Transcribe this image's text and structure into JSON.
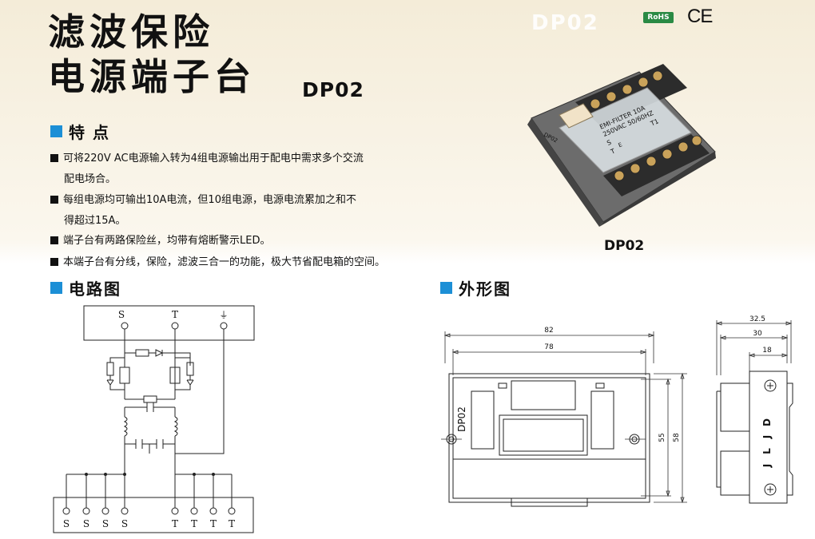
{
  "title": {
    "line1": "滤波保险",
    "line2": "电源端子台",
    "model": "DP02",
    "watermark": "DP02"
  },
  "badges": {
    "rohs": "RoHS",
    "ce": "CE"
  },
  "sections": {
    "features": "特点",
    "circuit": "电路图",
    "outline": "外形图"
  },
  "features": [
    {
      "line1": "可将220V AC电源输入转为4组电源输出用于配电中需求多个交流",
      "line2": "配电场合。"
    },
    {
      "line1": "每组电源均可输出10A电流，但10组电源，电源电流累加之和不",
      "line2": "得超过15A。"
    },
    {
      "line1": "端子台有两路保险丝，均带有熔断警示LED。",
      "line2": ""
    },
    {
      "line1": "本端子台有分线，保险，滤波三合一的功能，极大节省配电箱的空间。",
      "line2": ""
    }
  ],
  "photo": {
    "caption": "DP02",
    "label_line1": "EMI-FILTER 10A",
    "label_line2": "250VAC 50/60HZ",
    "label_s": "S",
    "label_t": "T",
    "label_t1": "T1",
    "label_e": "E",
    "label_side": "DP02"
  },
  "circuit": {
    "input_labels": [
      "S",
      "T",
      "⏚"
    ],
    "output_labels": [
      "S",
      "S",
      "S",
      "S",
      "T",
      "T",
      "T",
      "T"
    ]
  },
  "outline": {
    "dim_82": "82",
    "dim_78": "78",
    "dim_55": "55",
    "dim_58": "58",
    "dim_32_5": "32.5",
    "dim_30": "30",
    "dim_18": "18",
    "front_label": "DP02",
    "side_letters": [
      "D",
      "J",
      "L",
      "J"
    ]
  },
  "colors": {
    "accent_blue": "#1c8fd6",
    "rohs_green": "#2a8a44",
    "background_top": "#f4ecd8"
  }
}
